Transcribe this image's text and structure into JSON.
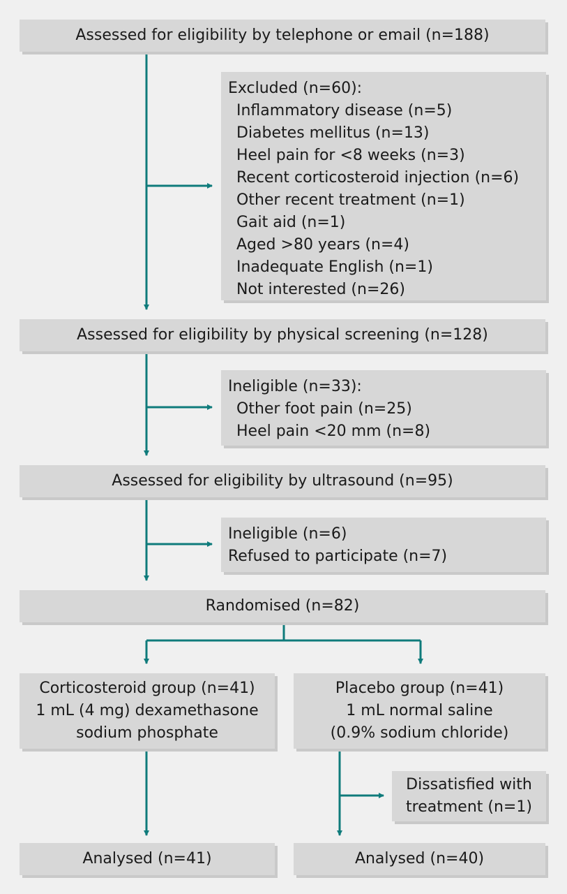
{
  "colors": {
    "background": "#f0f0f0",
    "box_fill": "#d7d7d7",
    "arrow": "#0f7b7b"
  },
  "boxes": {
    "telephone_screen": "Assessed for eligibility by telephone or email (n=188)",
    "excluded": {
      "heading": "Excluded (n=60):",
      "items": [
        "Inflammatory disease (n=5)",
        "Diabetes mellitus (n=13)",
        "Heel pain for <8 weeks (n=3)",
        "Recent corticosteroid injection (n=6)",
        "Other recent treatment (n=1)",
        "Gait aid (n=1)",
        "Aged >80 years (n=4)",
        "Inadequate English (n=1)",
        "Not interested (n=26)"
      ]
    },
    "physical_screen": "Assessed for eligibility by physical screening (n=128)",
    "ineligible_physical": {
      "heading": "Ineligible (n=33):",
      "items": [
        "Other foot pain (n=25)",
        "Heel pain <20 mm (n=8)"
      ]
    },
    "ultrasound_screen": "Assessed for eligibility by ultrasound (n=95)",
    "ineligible_ultrasound": {
      "lines": [
        "Ineligible (n=6)",
        "Refused to participate (n=7)"
      ]
    },
    "randomised": "Randomised (n=82)",
    "corticosteroid_group": {
      "lines": [
        "Corticosteroid group (n=41)",
        "1 mL (4 mg) dexamethasone",
        "sodium phosphate"
      ]
    },
    "placebo_group": {
      "lines": [
        "Placebo group (n=41)",
        "1 mL normal saline",
        "(0.9% sodium chloride)"
      ]
    },
    "dissatisfied": {
      "lines": [
        "Dissatisfied with",
        "treatment (n=1)"
      ]
    },
    "analysed_corticosteroid": "Analysed (n=41)",
    "analysed_placebo": "Analysed (n=40)"
  }
}
